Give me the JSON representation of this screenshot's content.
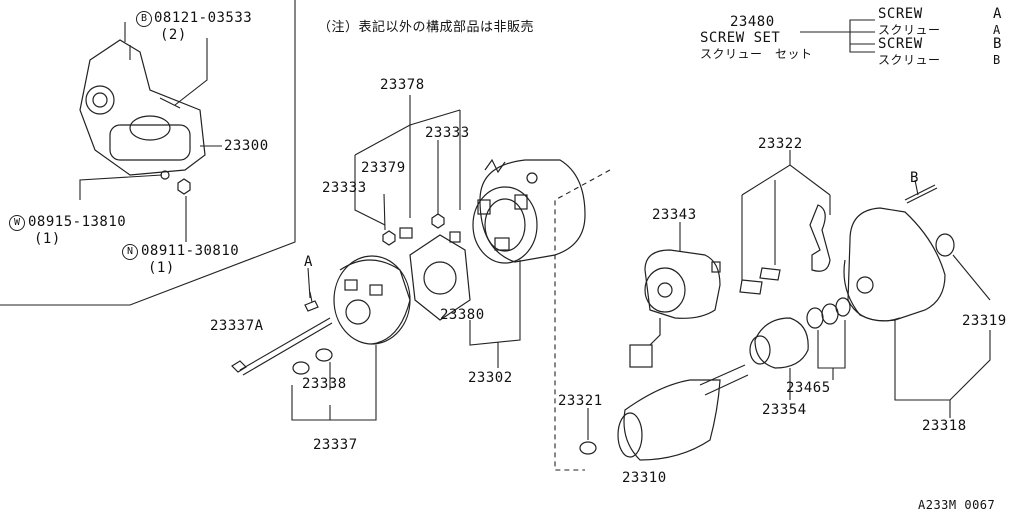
{
  "note": "（注）表記以外の構成部品は非販売",
  "diagram_code": "A233M 0067",
  "screw_set": {
    "part_no": "23480",
    "name_en": "SCREW SET",
    "name_jp": "スクリュー　セット",
    "items": [
      {
        "name_en": "SCREW",
        "name_jp": "スクリュー",
        "letter": "A"
      },
      {
        "name_en": "SCREW",
        "name_jp": "スクリュー",
        "letter": "B"
      }
    ]
  },
  "bolts": [
    {
      "prefix": "B",
      "part_no": "08121-03533",
      "qty": "(2)"
    },
    {
      "prefix": "W",
      "part_no": "08915-13810",
      "qty": "(1)"
    },
    {
      "prefix": "N",
      "part_no": "08911-30810",
      "qty": "(1)"
    }
  ],
  "callouts": {
    "c23300": "23300",
    "c23378": "23378",
    "c23379": "23379",
    "c23333a": "23333",
    "c23333b": "23333",
    "c23380": "23380",
    "c23302": "23302",
    "c23337a": "23337A",
    "c23338": "23338",
    "c23337": "23337",
    "c23343": "23343",
    "c23322": "23322",
    "c23321": "23321",
    "c23310": "23310",
    "c23354": "23354",
    "c23465": "23465",
    "c23319": "23319",
    "c23318": "23318",
    "letterA": "A",
    "letterB": "B"
  }
}
